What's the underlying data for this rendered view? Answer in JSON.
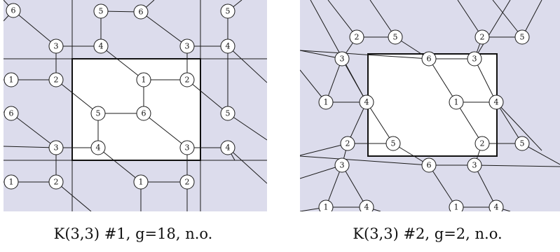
{
  "figures": [
    {
      "caption": "K(3,3) #1, g=18, n.o.",
      "background": "#dcdcec",
      "nodes": [
        {
          "id": "a1",
          "label": "6"
        },
        {
          "id": "a2",
          "label": "5"
        },
        {
          "id": "a3",
          "label": "6"
        },
        {
          "id": "a4",
          "label": "5"
        },
        {
          "id": "a5",
          "label": "3"
        },
        {
          "id": "a6",
          "label": "4"
        },
        {
          "id": "a7",
          "label": "3"
        },
        {
          "id": "a8",
          "label": "4"
        },
        {
          "id": "a9",
          "label": "1"
        },
        {
          "id": "a10",
          "label": "2"
        },
        {
          "id": "a11",
          "label": "1"
        },
        {
          "id": "a12",
          "label": "2"
        },
        {
          "id": "a13",
          "label": "6"
        },
        {
          "id": "a14",
          "label": "5"
        },
        {
          "id": "a15",
          "label": "6"
        },
        {
          "id": "a16",
          "label": "5"
        },
        {
          "id": "a17",
          "label": "3"
        },
        {
          "id": "a18",
          "label": "4"
        },
        {
          "id": "a19",
          "label": "3"
        },
        {
          "id": "a20",
          "label": "4"
        },
        {
          "id": "a21",
          "label": "1"
        },
        {
          "id": "a22",
          "label": "2"
        },
        {
          "id": "a23",
          "label": "1"
        },
        {
          "id": "a24",
          "label": "2"
        }
      ]
    },
    {
      "caption": "K(3,3) #2, g=2, n.o.",
      "background": "#dcdcec",
      "nodes": [
        {
          "id": "b1",
          "label": "2"
        },
        {
          "id": "b2",
          "label": "5"
        },
        {
          "id": "b3",
          "label": "2"
        },
        {
          "id": "b4",
          "label": "5"
        },
        {
          "id": "b5",
          "label": "3"
        },
        {
          "id": "b6",
          "label": "6"
        },
        {
          "id": "b7",
          "label": "3"
        },
        {
          "id": "b8",
          "label": "1"
        },
        {
          "id": "b9",
          "label": "4"
        },
        {
          "id": "b10",
          "label": "1"
        },
        {
          "id": "b11",
          "label": "4"
        },
        {
          "id": "b12",
          "label": "2"
        },
        {
          "id": "b13",
          "label": "5"
        },
        {
          "id": "b14",
          "label": "2"
        },
        {
          "id": "b15",
          "label": "5"
        },
        {
          "id": "b16",
          "label": "3"
        },
        {
          "id": "b17",
          "label": "6"
        },
        {
          "id": "b18",
          "label": "3"
        },
        {
          "id": "b19",
          "label": "1"
        },
        {
          "id": "b20",
          "label": "4"
        },
        {
          "id": "b21",
          "label": "1"
        },
        {
          "id": "b22",
          "label": "4"
        }
      ]
    }
  ]
}
